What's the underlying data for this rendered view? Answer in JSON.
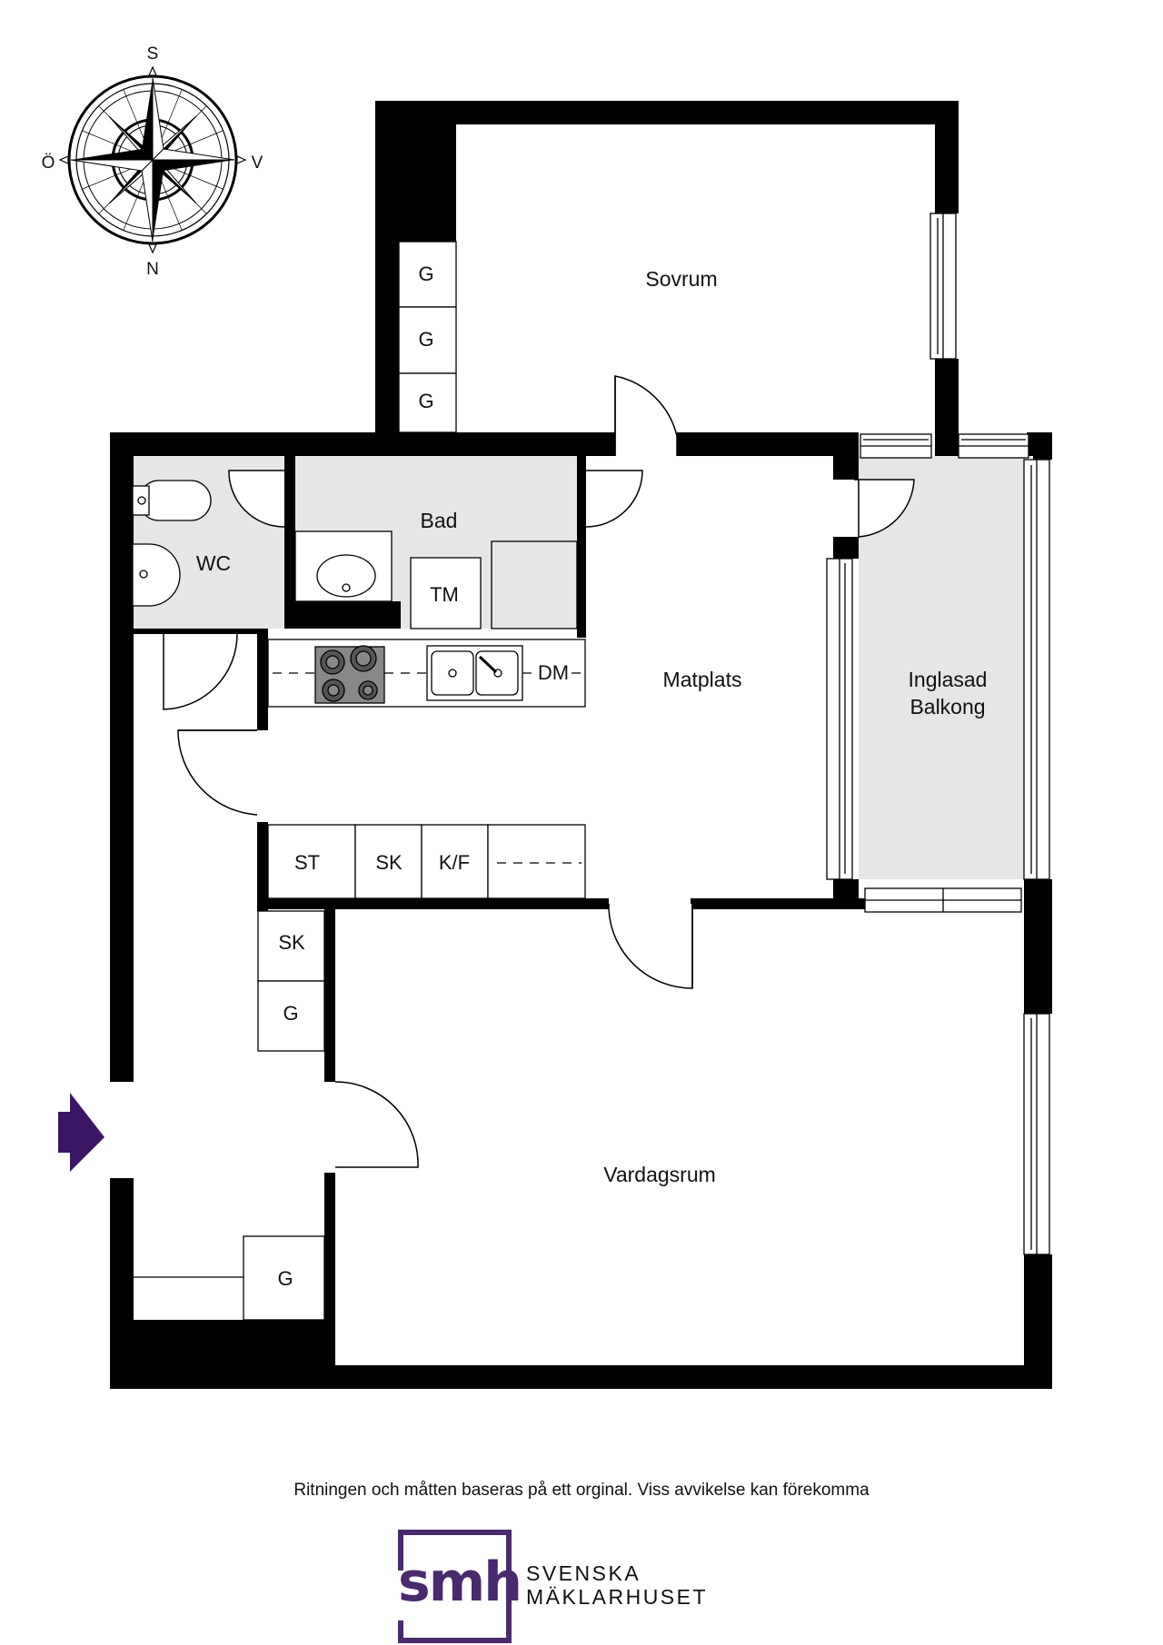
{
  "compass": {
    "north": "N",
    "south": "S",
    "east": "Ö",
    "west": "V"
  },
  "rooms": {
    "sovrum": "Sovrum",
    "bad": "Bad",
    "wc": "WC",
    "matplats": "Matplats",
    "balkong_line1": "Inglasad",
    "balkong_line2": "Balkong",
    "vardagsrum": "Vardagsrum"
  },
  "fixtures": {
    "g1": "G",
    "g2": "G",
    "g3": "G",
    "tm": "TM",
    "dm": "DM",
    "st": "ST",
    "sk1": "SK",
    "kf": "K/F",
    "sk2": "SK",
    "g4": "G",
    "g5": "G"
  },
  "disclaimer": "Ritningen och måtten baseras på ett orginal. Viss avvikelse kan förekomma",
  "logo": {
    "mark": "smh",
    "line1": "SVENSKA",
    "line2": "MÄKLARHUSET",
    "color": "#4a2a6e"
  },
  "colors": {
    "wall": "#000000",
    "wet_room": "#e6e6e6",
    "entrance_arrow": "#3d1566"
  }
}
